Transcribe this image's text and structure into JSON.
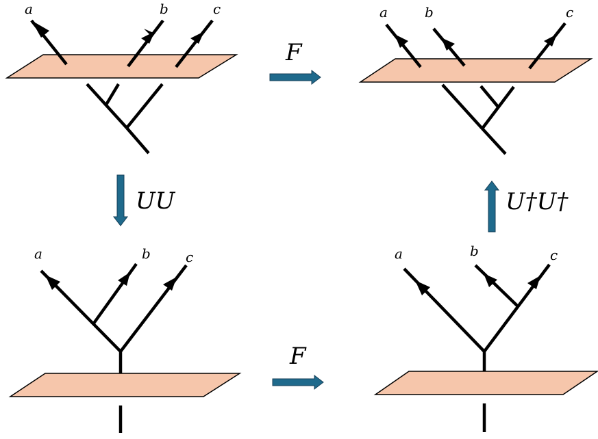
{
  "labels": {
    "a": "a",
    "b": "b",
    "c": "c"
  },
  "operations": {
    "top": "F",
    "bottom": "F",
    "left": "UU",
    "right": "U†U†"
  },
  "colors": {
    "plane": "#f6c6ab",
    "arrow": "#1f6a8c",
    "line": "#000000"
  }
}
